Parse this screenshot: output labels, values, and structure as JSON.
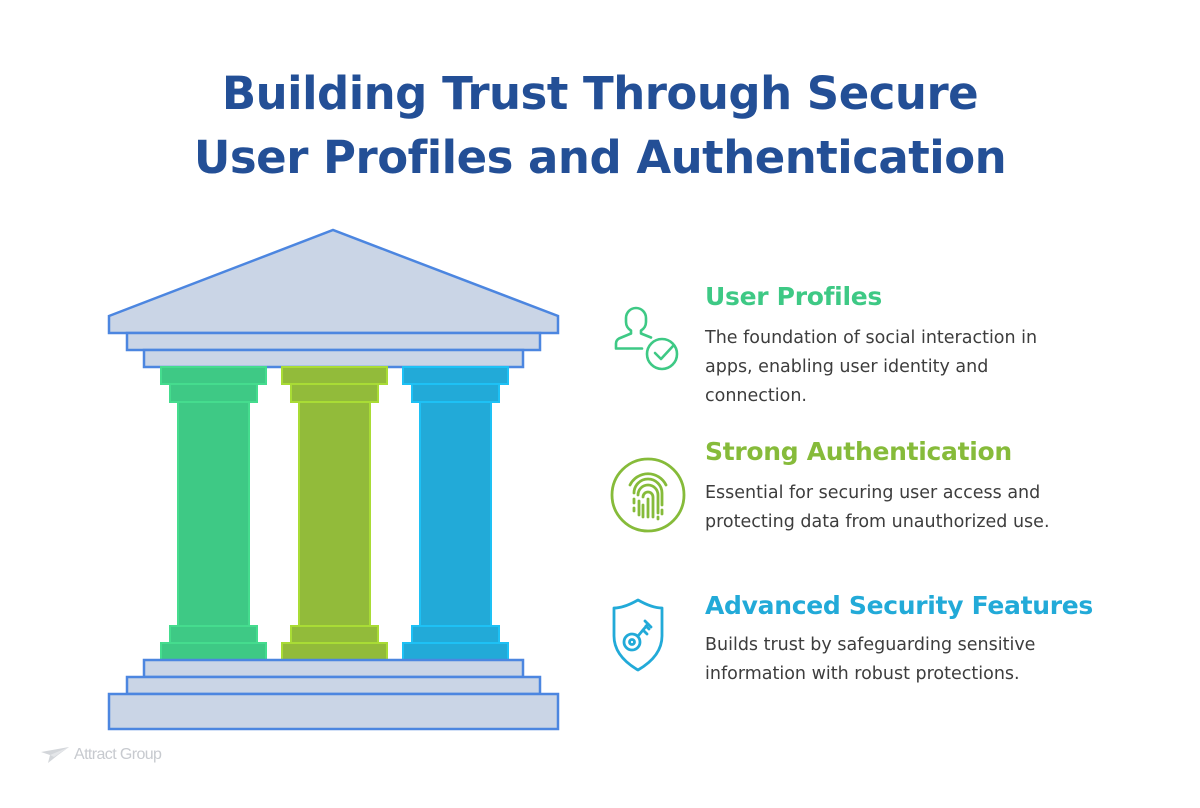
{
  "title": {
    "line1": "Building Trust Through Secure",
    "line2": "User Profiles and Authentication"
  },
  "colors": {
    "title": "#234f96",
    "temple_fill": "#cad5e6",
    "temple_stroke": "#4c86e0",
    "pillar_green": "#3ec985",
    "pillar_olive": "#92bb3a",
    "pillar_blue": "#22aad8",
    "body_text": "#3d3d3d",
    "logo": "#c7cacf"
  },
  "features": [
    {
      "icon": "user-check-icon",
      "heading": "User Profiles",
      "color": "#3ec985",
      "description": "The foundation of social interaction in apps, enabling user identity and connection."
    },
    {
      "icon": "fingerprint-icon",
      "heading": "Strong Authentication",
      "color": "#86bb3a",
      "description": "Essential for securing user access and protecting data from unauthorized use."
    },
    {
      "icon": "shield-key-icon",
      "heading": "Advanced Security Features",
      "color": "#22aad8",
      "description": "Builds trust by safeguarding sensitive information with robust protections."
    }
  ],
  "logo": {
    "text": "Attract Group"
  }
}
